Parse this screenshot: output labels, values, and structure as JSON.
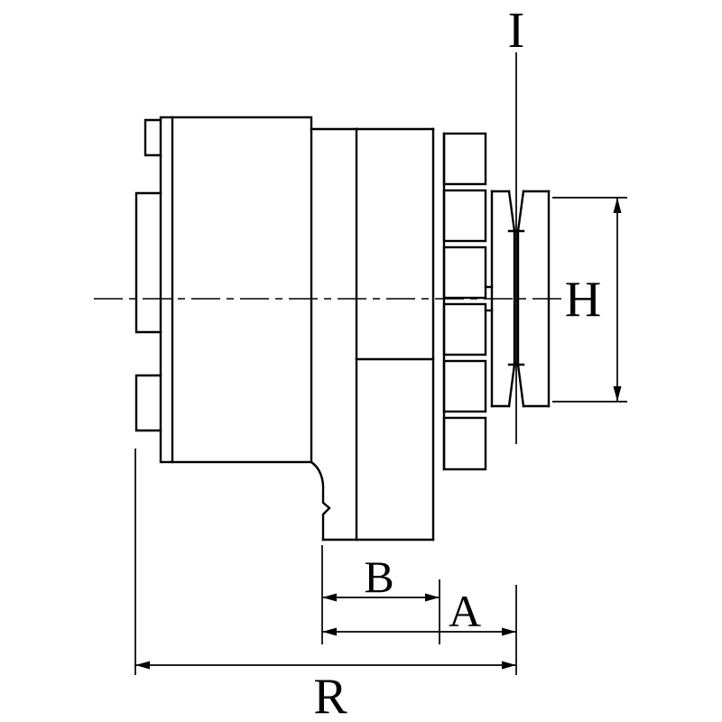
{
  "diagram": {
    "labels": {
      "i": "I",
      "h": "H",
      "b": "B",
      "a": "A",
      "r": "R"
    },
    "colors": {
      "line": "#000000",
      "background": "#ffffff"
    }
  }
}
